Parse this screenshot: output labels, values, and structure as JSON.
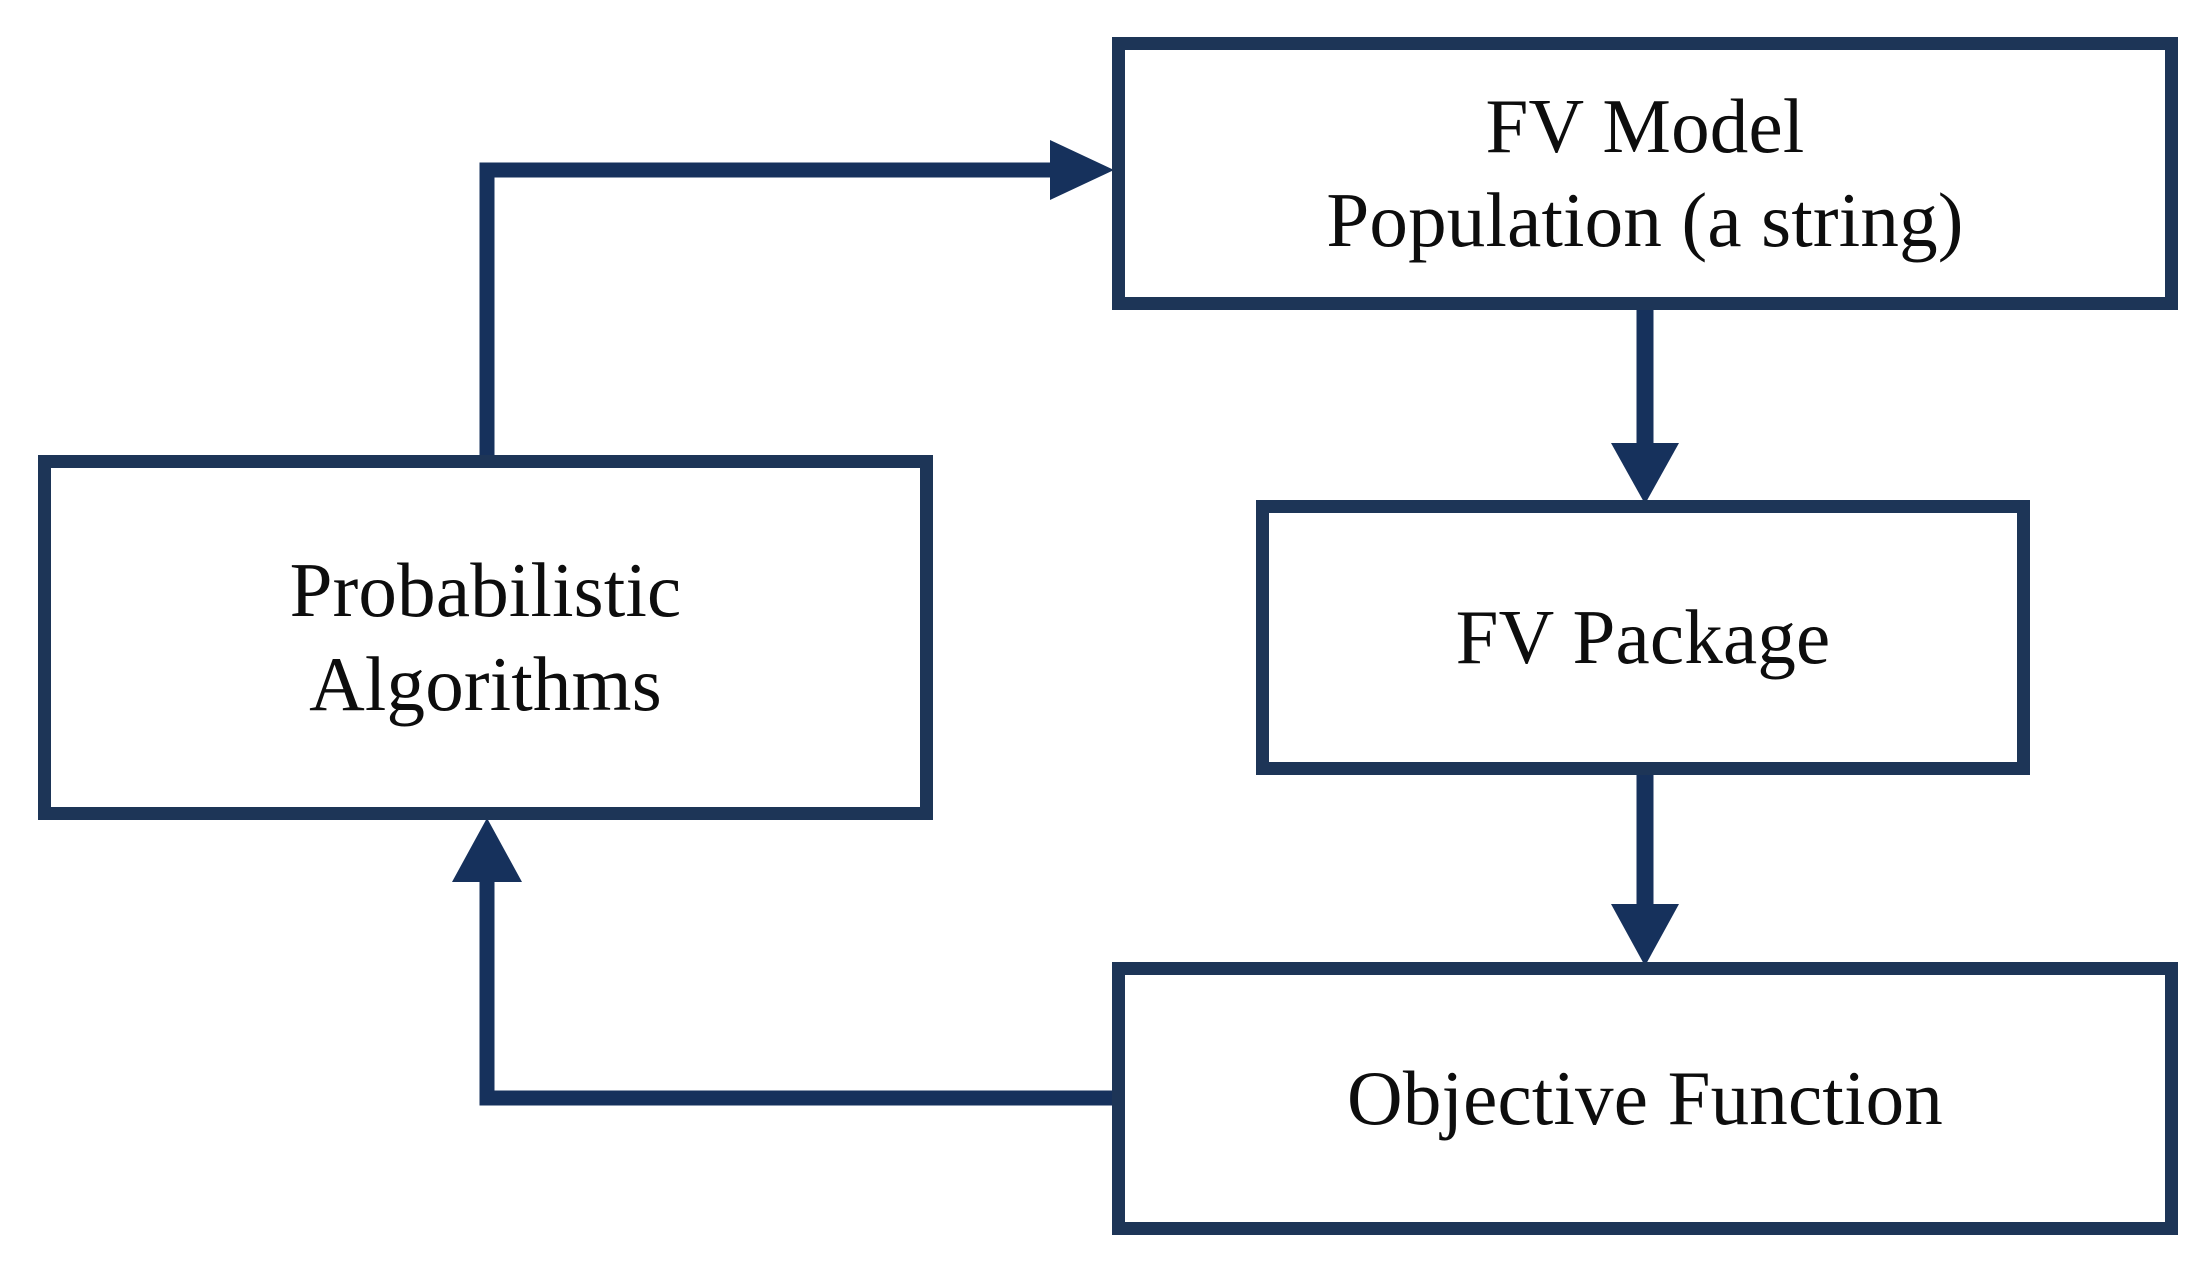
{
  "diagram": {
    "title": "FV model optimization loop",
    "background_color": "#ffffff",
    "node_border_color": "#1d3557",
    "node_fill_color": "#ffffff",
    "connector_color": "#16315c",
    "text_color": "#0d0d0d",
    "nodes": [
      {
        "id": "fv-model-population",
        "label": "FV Model\nPopulation (a string)",
        "line1": "FV Model",
        "line2": "Population (a string)"
      },
      {
        "id": "probabilistic-algorithms",
        "label": "Probabilistic\nAlgorithms",
        "line1": "Probabilistic",
        "line2": "Algorithms"
      },
      {
        "id": "fv-package",
        "label": "FV Package",
        "line1": "FV Package",
        "line2": ""
      },
      {
        "id": "objective-function",
        "label": "Objective Function",
        "line1": "Objective Function",
        "line2": ""
      }
    ],
    "connectors": [
      {
        "id": "probabilistic-algorithms-to-fv-model-population",
        "from": "probabilistic-algorithms",
        "to": "fv-model-population",
        "style": "elbow",
        "arrowhead": "end-right"
      },
      {
        "id": "fv-model-population-to-fv-package",
        "from": "fv-model-population",
        "to": "fv-package",
        "style": "straight-vertical",
        "arrowhead": "end-down"
      },
      {
        "id": "fv-package-to-objective-function",
        "from": "fv-package",
        "to": "objective-function",
        "style": "straight-vertical",
        "arrowhead": "end-down"
      },
      {
        "id": "objective-function-to-probabilistic-algorithms",
        "from": "objective-function",
        "to": "probabilistic-algorithms",
        "style": "elbow",
        "arrowhead": "end-up"
      }
    ]
  }
}
